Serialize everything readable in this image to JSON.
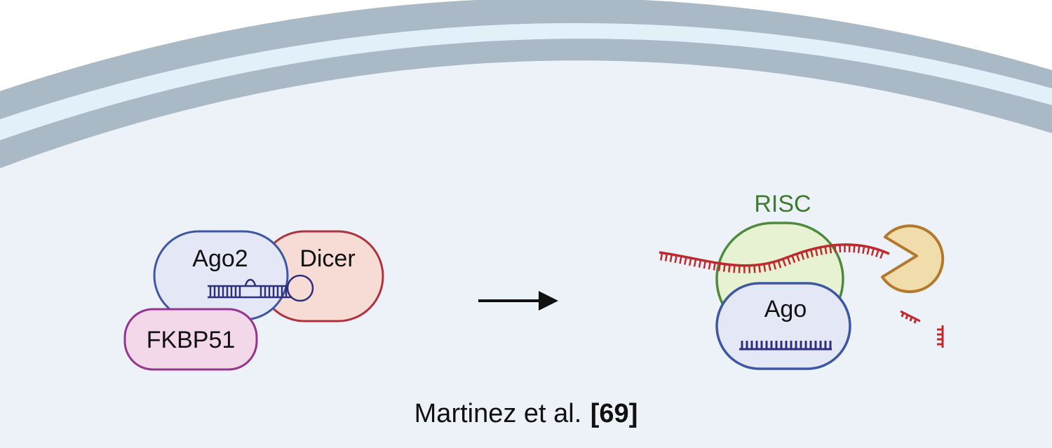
{
  "labels": {
    "ago2": "Ago2",
    "dicer": "Dicer",
    "fkbp51": "FKBP51",
    "risc": "RISC",
    "ago": "Ago"
  },
  "caption": {
    "authors": "Martinez et al.",
    "ref": "[69]"
  },
  "colors": {
    "cytoplasm": "#edf2f9",
    "membrane_outer": "#aab9c6",
    "membrane_inner": "#e2f0f9",
    "ago_fill": "#e4e8f6",
    "ago_stroke": "#3d57a3",
    "dicer_fill": "#f7dcd6",
    "dicer_stroke": "#b0323c",
    "fkbp_fill": "#f3d8ea",
    "fkbp_stroke": "#94358f",
    "risc_fill": "#e7f2d2",
    "risc_stroke": "#4f8a3c",
    "rna_red": "#c0282d",
    "rna_blue": "#2d2f7e",
    "pacman_fill": "#f1dcab",
    "pacman_stroke": "#b37a2d",
    "arrow": "#111111"
  }
}
